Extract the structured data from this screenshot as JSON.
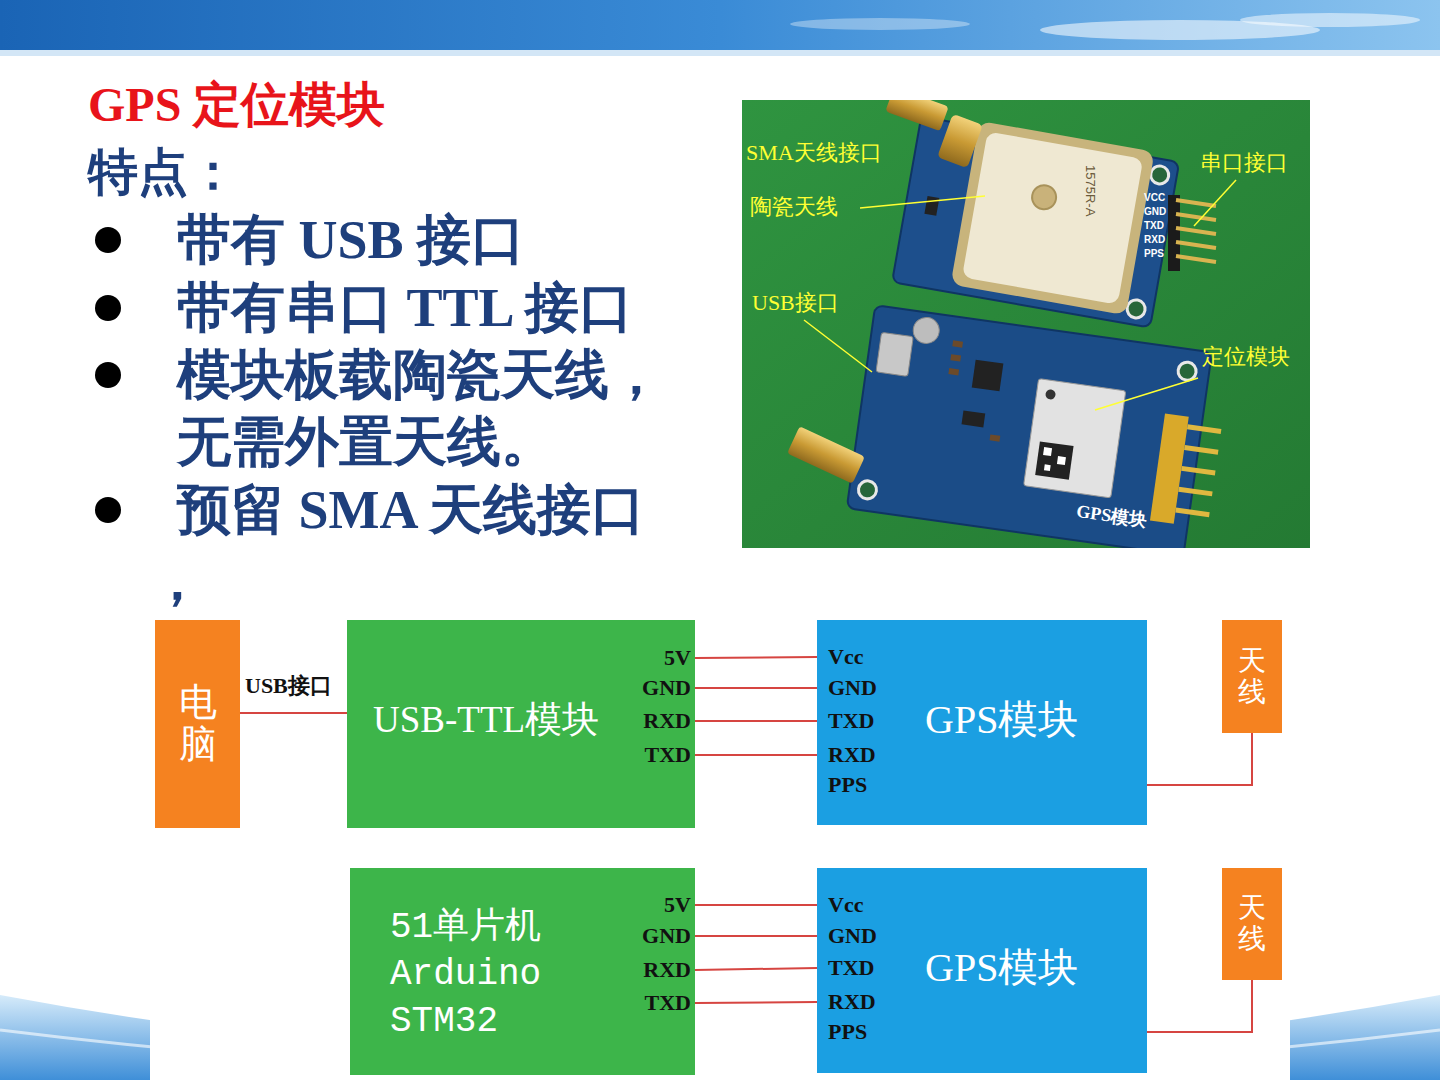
{
  "diagram": {
    "title": "GPS 定位模块",
    "nodes": [
      {
        "text": [
          "电脑"
        ]
      },
      {
        "text": [
          "USB-TTL模块",
          "5V",
          "GND",
          "RXD",
          "TXD"
        ]
      },
      {
        "text": [
          "GPS模块",
          "Vcc",
          "GND",
          "TXD",
          "RXD",
          "PPS"
        ]
      },
      {
        "text": [
          "天线"
        ]
      },
      {
        "text": [
          "51单片机 Arduino STM32",
          "5V",
          "GND",
          "RXD",
          "TXD"
        ]
      },
      {
        "text": [
          "GPS模块",
          "Vcc",
          "GND",
          "TXD",
          "RXD",
          "PPS"
        ]
      },
      {
        "text": [
          "天线"
        ]
      }
    ],
    "edges": [
      {
        "from": 0,
        "to": 1,
        "label": "USB接口",
        "arrow": "none"
      },
      {
        "from": 1,
        "to": 2,
        "arrow": "none"
      },
      {
        "from": 1,
        "to": 2,
        "arrow": "none"
      },
      {
        "from": 1,
        "to": 2,
        "arrow": "none"
      },
      {
        "from": 1,
        "to": 2,
        "arrow": "none"
      },
      {
        "from": 2,
        "to": 3,
        "arrow": "none"
      },
      {
        "from": 4,
        "to": 5,
        "arrow": "none"
      },
      {
        "from": 4,
        "to": 5,
        "arrow": "none"
      },
      {
        "from": 4,
        "to": 5,
        "arrow": "none"
      },
      {
        "from": 4,
        "to": 5,
        "arrow": "none"
      },
      {
        "from": 5,
        "to": 6,
        "arrow": "none"
      }
    ],
    "labels": [
      "特点：",
      "带有 USB 接口",
      "带有串口 TTL 接口",
      "模块板载陶瓷天线，无需外置天线。",
      "预留 SMA 天线接口",
      "，",
      "SMA天线接口",
      "陶瓷天线",
      "串口接口",
      "USB接口",
      "定位模块",
      "VCC",
      "GND",
      "TXD",
      "RXD",
      "PPS",
      "1575R-A",
      "GPS模块"
    ]
  }
}
